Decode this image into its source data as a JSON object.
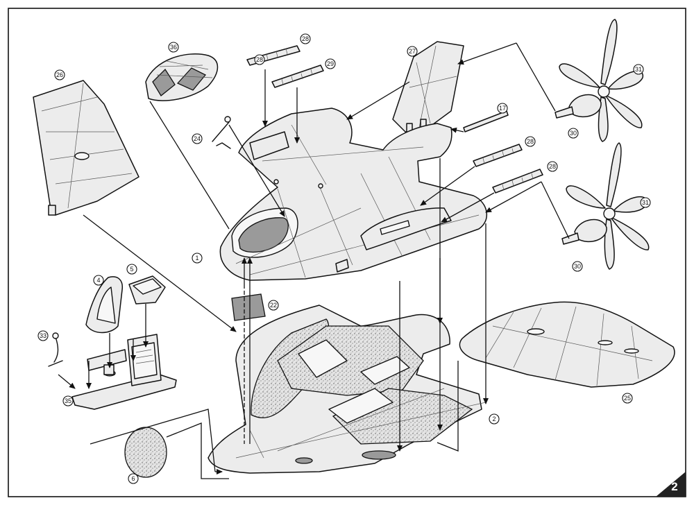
{
  "page": {
    "number": "2"
  },
  "callouts": [
    {
      "id": "c-1",
      "label": "1"
    },
    {
      "id": "c-2",
      "label": "2"
    },
    {
      "id": "c-4",
      "label": "4"
    },
    {
      "id": "c-5",
      "label": "5"
    },
    {
      "id": "c-6",
      "label": "6"
    },
    {
      "id": "c-17",
      "label": "17"
    },
    {
      "id": "c-22",
      "label": "22"
    },
    {
      "id": "c-24",
      "label": "24"
    },
    {
      "id": "c-25",
      "label": "25"
    },
    {
      "id": "c-26",
      "label": "26"
    },
    {
      "id": "c-27",
      "label": "27"
    },
    {
      "id": "c-28a",
      "label": "28"
    },
    {
      "id": "c-28b",
      "label": "28"
    },
    {
      "id": "c-28c",
      "label": "28"
    },
    {
      "id": "c-28d",
      "label": "28"
    },
    {
      "id": "c-29",
      "label": "29"
    },
    {
      "id": "c-30a",
      "label": "30"
    },
    {
      "id": "c-30b",
      "label": "30"
    },
    {
      "id": "c-31a",
      "label": "31"
    },
    {
      "id": "c-31b",
      "label": "31"
    },
    {
      "id": "c-33",
      "label": "33"
    },
    {
      "id": "c-35",
      "label": "35"
    },
    {
      "id": "c-36",
      "label": "36"
    }
  ]
}
